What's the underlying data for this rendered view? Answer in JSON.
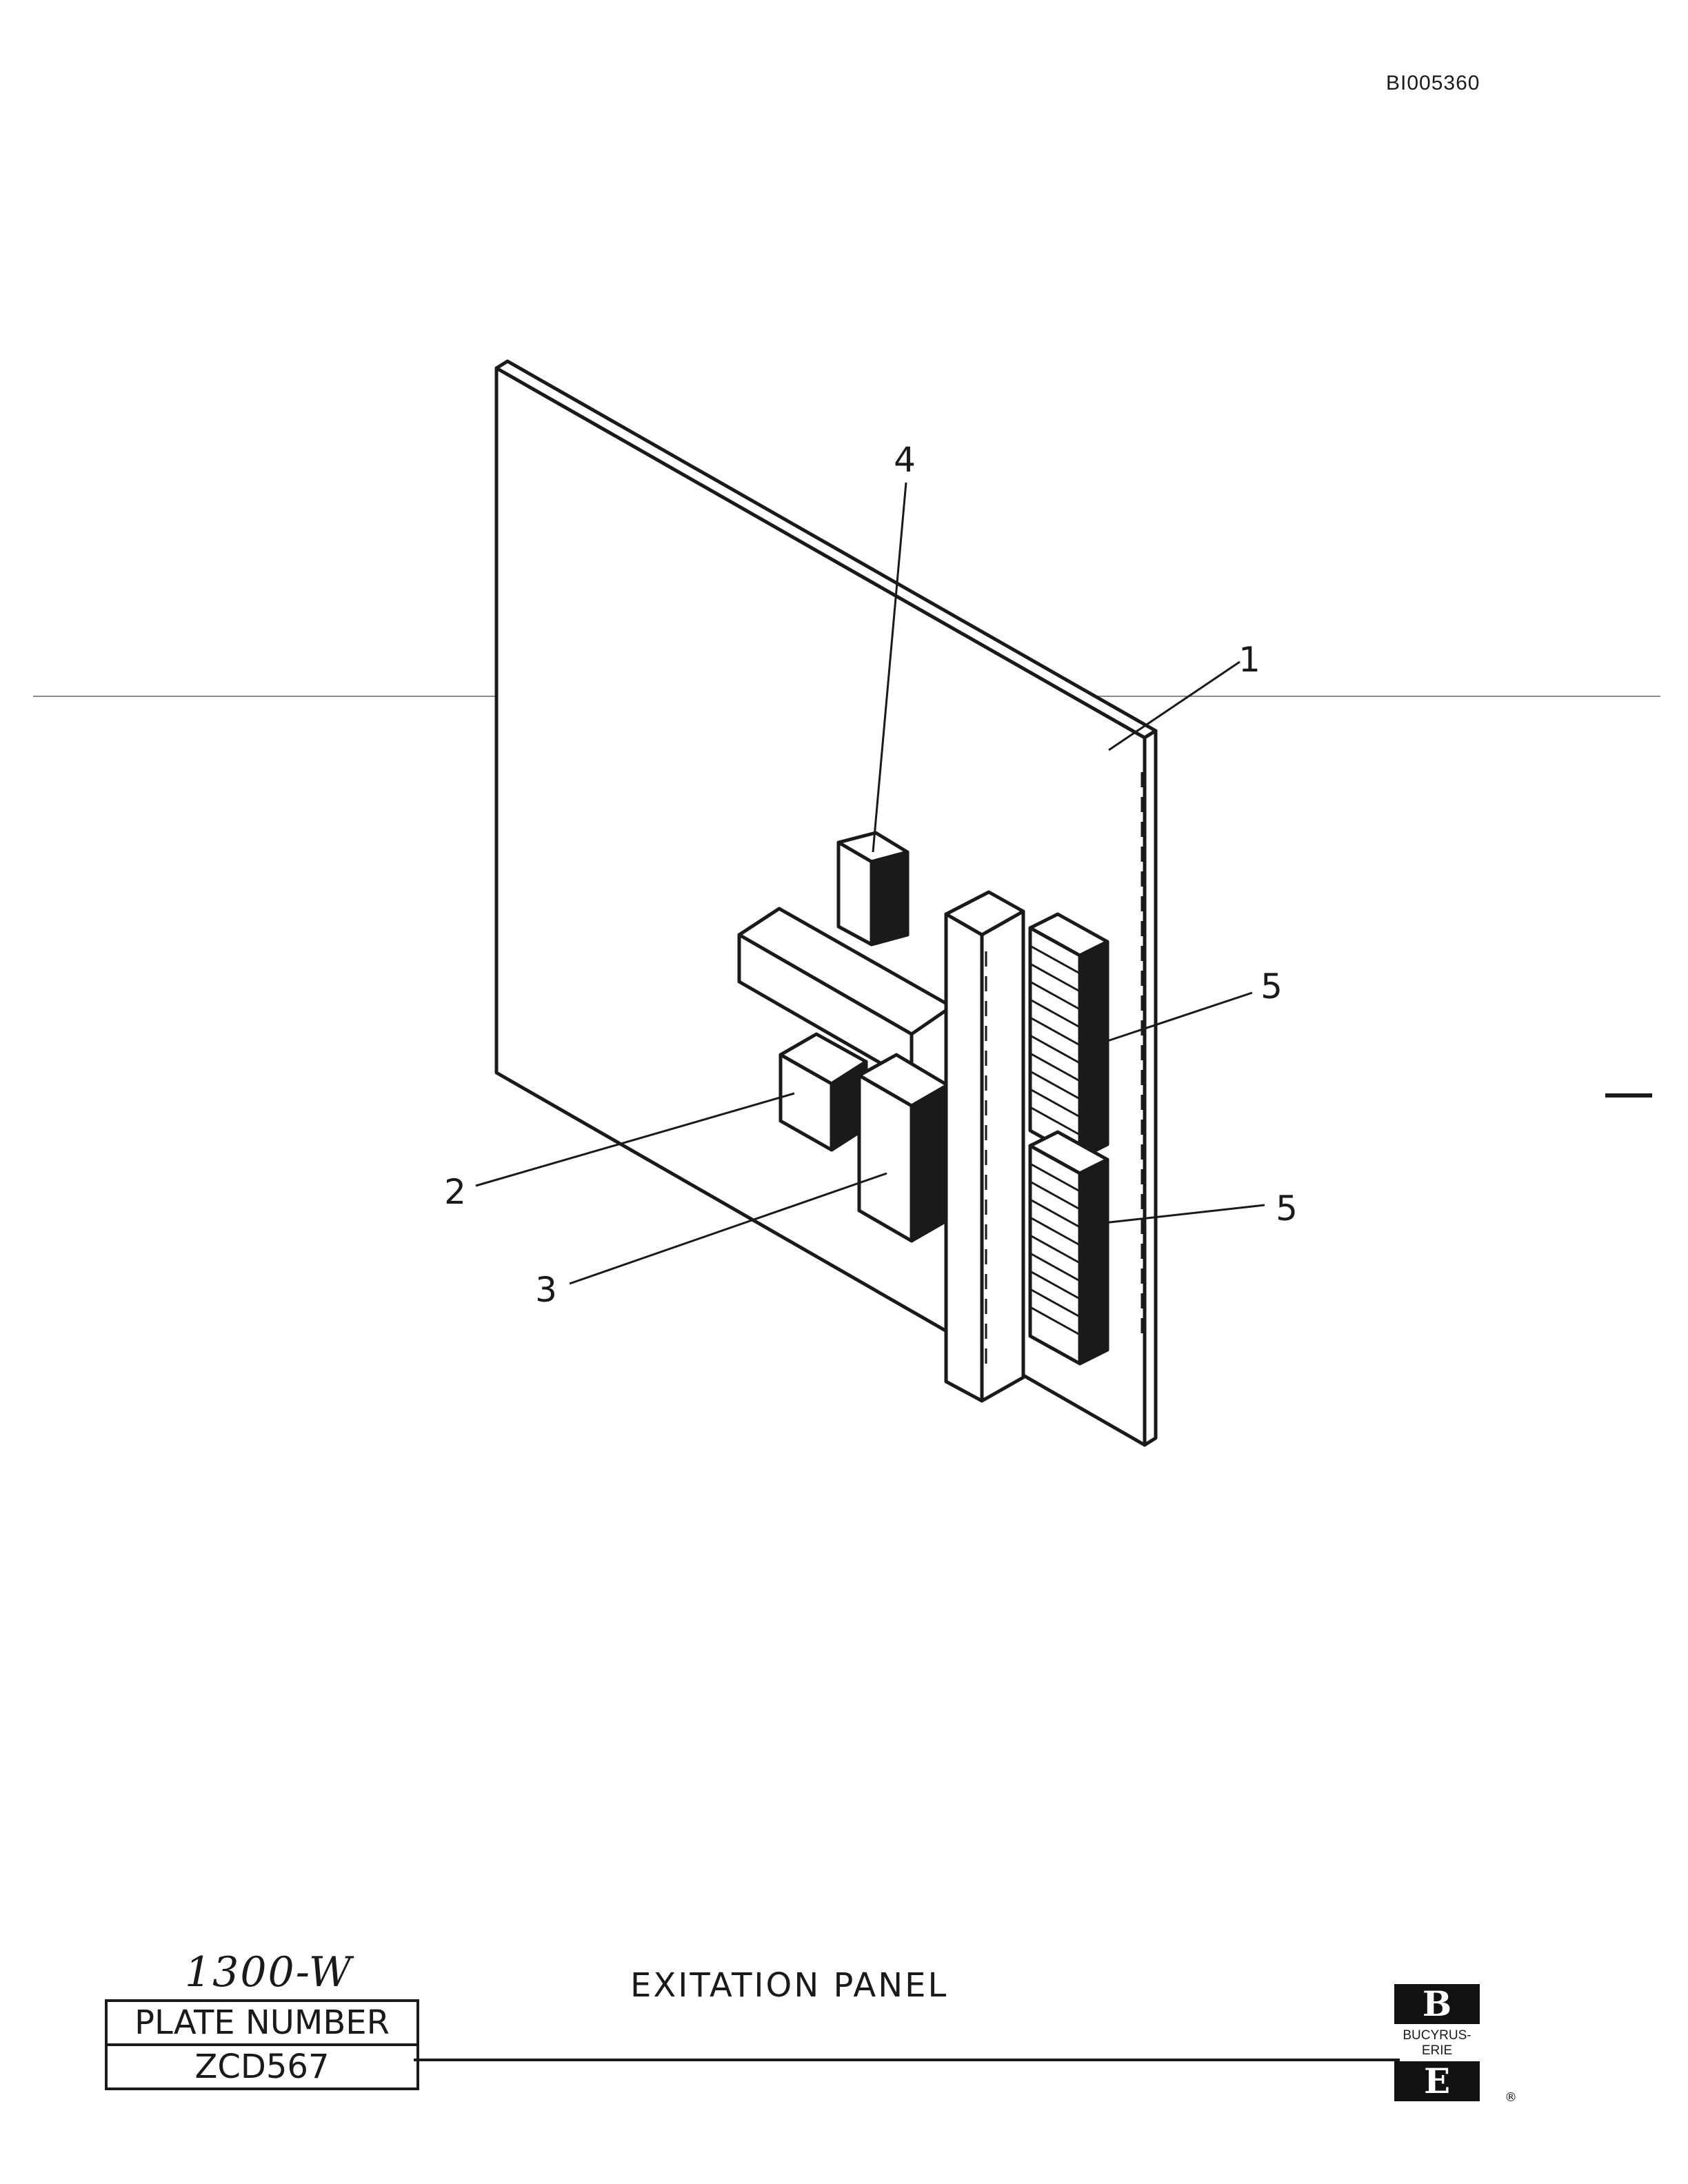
{
  "document": {
    "id": "BI005360",
    "title": "EXITATION PANEL",
    "handwritten_note": "1300-W"
  },
  "plate": {
    "label": "PLATE NUMBER",
    "number": "ZCD567"
  },
  "logo": {
    "top_letter": "B",
    "name": "BUCYRUS-ERIE",
    "bottom_letter": "E",
    "registered": "®"
  },
  "callouts": {
    "panel": "1",
    "item2": "2",
    "item3": "3",
    "item4": "4",
    "upper_strip": "5",
    "lower_strip": "5"
  }
}
